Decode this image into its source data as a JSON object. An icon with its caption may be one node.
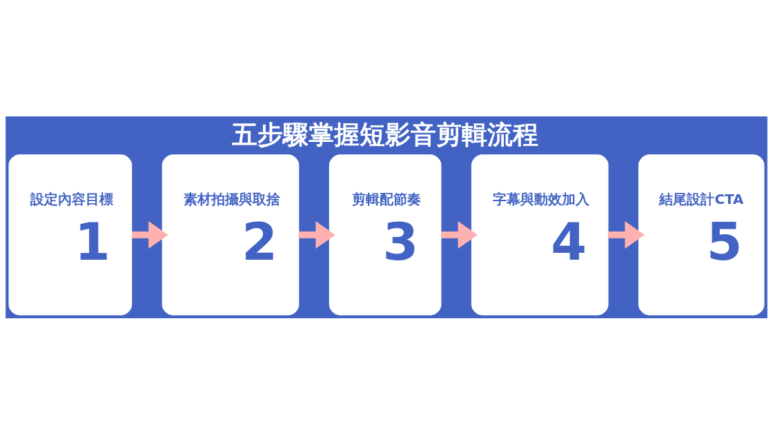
{
  "diagram": {
    "title": "五步驟掌握短影音剪輯流程",
    "nodes": [
      {
        "text": [
          "設定內容目標",
          "1"
        ]
      },
      {
        "text": [
          "素材拍攝與取捨",
          "2"
        ]
      },
      {
        "text": [
          "剪輯配節奏",
          "3"
        ]
      },
      {
        "text": [
          "字幕與動效加入",
          "4"
        ]
      },
      {
        "text": [
          "結尾設計CTA",
          "5"
        ]
      }
    ],
    "edges": [
      {
        "from": 0,
        "to": 1,
        "arrow": "to"
      },
      {
        "from": 1,
        "to": 2,
        "arrow": "to"
      },
      {
        "from": 2,
        "to": 3,
        "arrow": "to"
      },
      {
        "from": 3,
        "to": 4,
        "arrow": "to"
      }
    ]
  }
}
